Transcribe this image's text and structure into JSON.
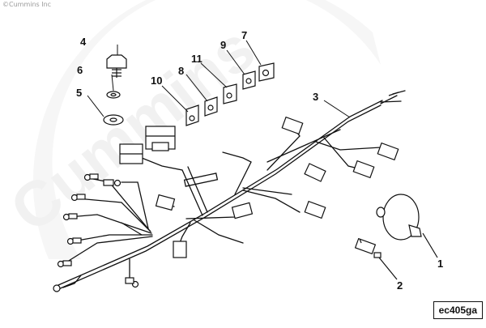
{
  "copyright": "©Cummins Inc",
  "watermark": "Cummins",
  "figure_code": "ec405ga",
  "callouts": [
    "1",
    "2",
    "3",
    "4",
    "5",
    "6",
    "7",
    "8",
    "9",
    "10",
    "11"
  ],
  "colors": {
    "line": "#111111",
    "background": "#ffffff",
    "watermark": "#f1f1f1"
  }
}
